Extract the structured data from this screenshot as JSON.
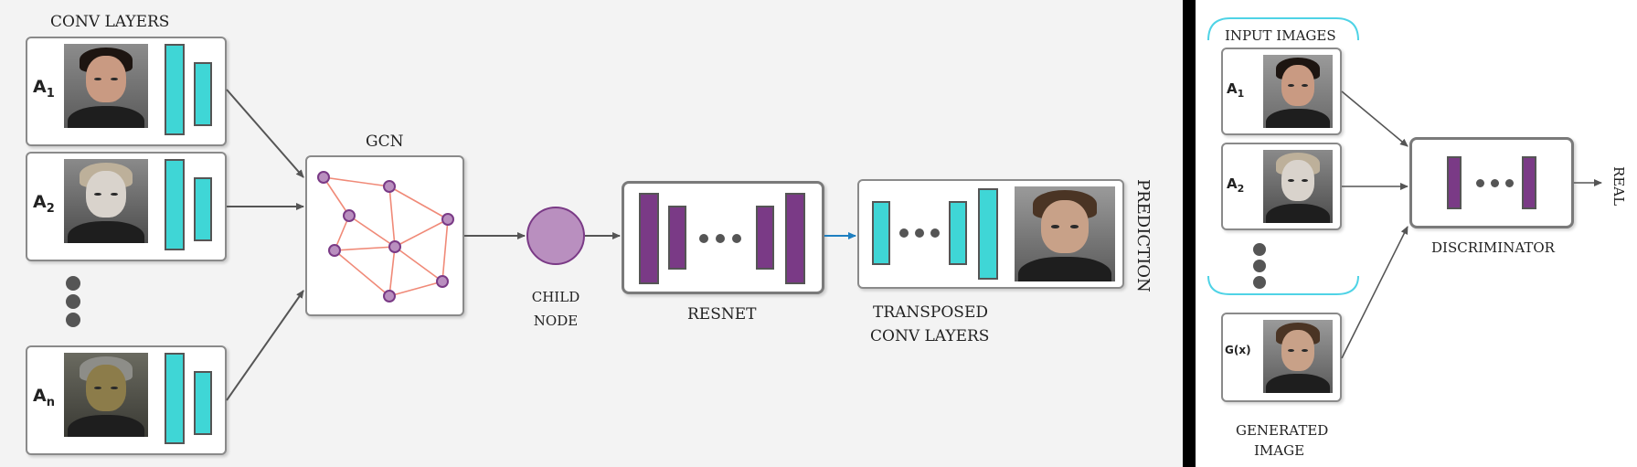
{
  "left": {
    "conv_layers_title": "CONV LAYERS",
    "inputs": [
      {
        "label": "A",
        "sub": "1"
      },
      {
        "label": "A",
        "sub": "2"
      },
      {
        "label": "A",
        "sub": "n"
      }
    ],
    "gcn_label": "GCN",
    "child_node_label": [
      "CHILD",
      "NODE"
    ],
    "resnet_label": "RESNET",
    "transposed_label": [
      "TRANSPOSED",
      "CONV LAYERS"
    ],
    "prediction_label": "PREDICTION"
  },
  "right": {
    "input_images_label": "INPUT IMAGES",
    "inputs": [
      {
        "label": "A",
        "sub": "1"
      },
      {
        "label": "A",
        "sub": "2"
      }
    ],
    "generated_label_box": "G(x)",
    "generated_label": [
      "GENERATED",
      "IMAGE"
    ],
    "discriminator_label": "DISCRIMINATOR",
    "real_label": "REAL"
  },
  "colors": {
    "cyan": "#3fd6d6",
    "purple": "#7a3a86",
    "node_fill": "#b98fbf",
    "edge": "#f08a78",
    "blue_arrow": "#1e7fc0",
    "bracket": "#4fd3e6"
  }
}
